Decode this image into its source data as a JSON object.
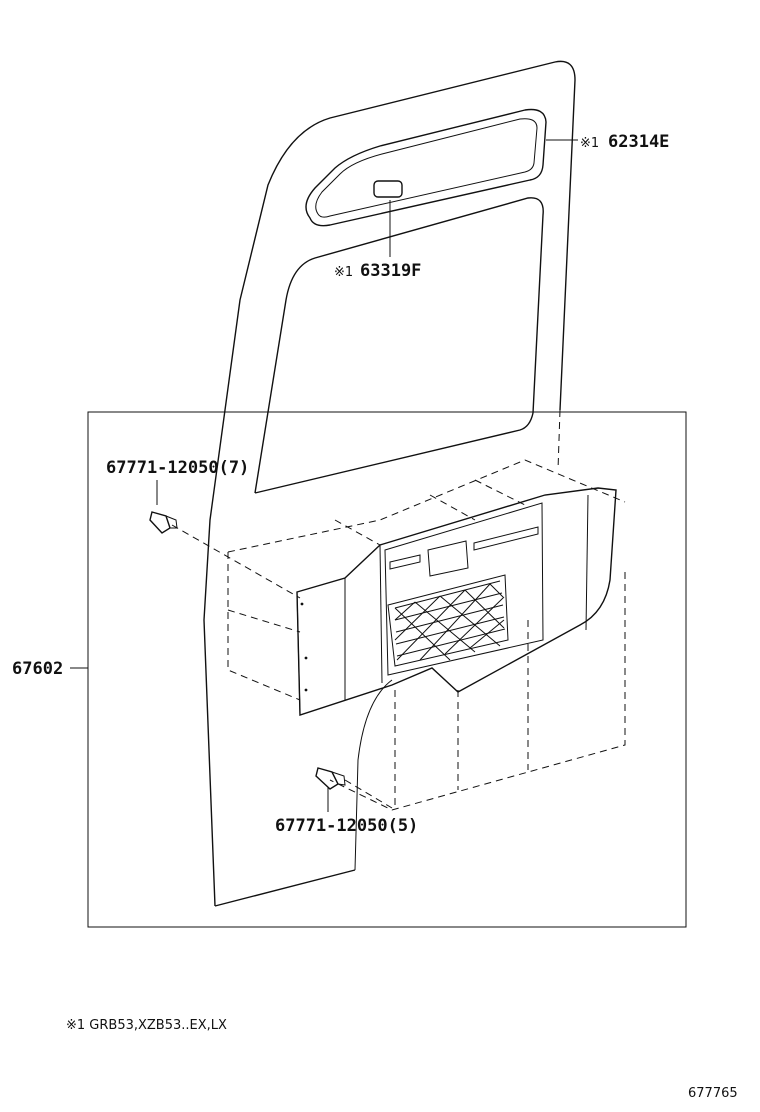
{
  "callouts": {
    "garnish_marker": "※1",
    "garnish_part": "62314E",
    "cover_marker": "※1",
    "cover_part": "63319F",
    "clip_top": "67771-12050(7)",
    "panel_part": "67602",
    "clip_bottom": "67771-12050(5)"
  },
  "footnote": "※1 GRB53,XZB53..EX,LX",
  "diagram_id": "677765"
}
